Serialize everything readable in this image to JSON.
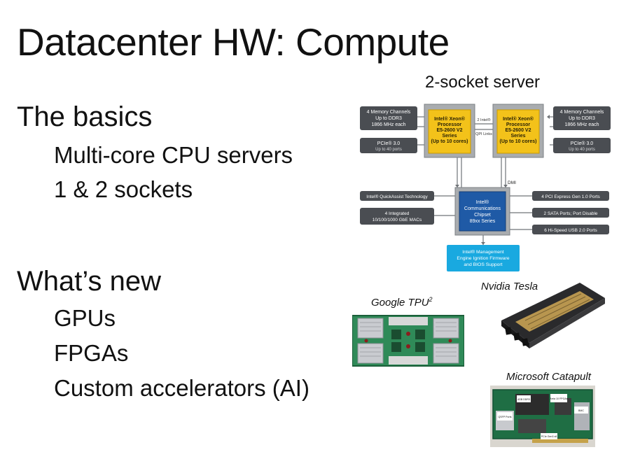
{
  "slide": {
    "title": "Datacenter HW: Compute",
    "sections": [
      {
        "heading": "The basics",
        "items": [
          "Multi-core CPU servers",
          "1 & 2 sockets"
        ]
      },
      {
        "heading": "What’s new",
        "items": [
          "GPUs",
          "FPGAs",
          "Custom accelerators (AI)"
        ]
      }
    ]
  },
  "diagram": {
    "label": "2-socket server",
    "cpu": {
      "line1": "Intel® Xeon®",
      "line2": "Processor",
      "line3": "E5-2600 V2",
      "line4": "Series",
      "line5": "(Up to 10 cores)"
    },
    "qpi": {
      "line1": "2 Intel®",
      "line2": "QPI Links"
    },
    "mem": {
      "line1": "4 Memory Channels",
      "line2": "Up to DDR3",
      "line3": "1866 MHz each"
    },
    "pcie": {
      "line1": "PCIe® 3.0",
      "line2": "Up to 40 ports"
    },
    "dmi": "DMI",
    "chipset": {
      "line1": "Intel®",
      "line2": "Communications",
      "line3": "Chipset",
      "line4": "89xx Series"
    },
    "left_boxes": {
      "quickassist": "Intel® QuickAssist Technology",
      "gbe1": "4 Integrated",
      "gbe2": "10/100/1000 GbE MACs"
    },
    "right_boxes": {
      "pci": "4 PCI Express Gen 1.0 Ports",
      "sata": "2 SATA Ports; Port Disable",
      "usb": "6 Hi-Speed USB 2.0 Ports"
    },
    "mgmt": {
      "line1": "Intel® Management",
      "line2": "Engine Ignition Firmware",
      "line3": "and BIOS Support"
    }
  },
  "images": {
    "tpu": {
      "caption": "Google TPU",
      "sup": "2"
    },
    "tesla": {
      "caption": "Nvidia Tesla"
    },
    "catapult": {
      "caption": "Microsoft Catapult",
      "labels": {
        "ddr": "4GB DDR3",
        "fpga": "Arria 10 FPGAs",
        "qsfp": "QSFP Ports",
        "bmc": "BMC",
        "pcie": "PCIe Gen3 x8"
      }
    }
  },
  "colors": {
    "cpu": "#f3c21a",
    "socket": "#a9acaf",
    "chipset": "#1f5aa6",
    "mgmt": "#19a9e0",
    "box": "#4a4d52"
  }
}
